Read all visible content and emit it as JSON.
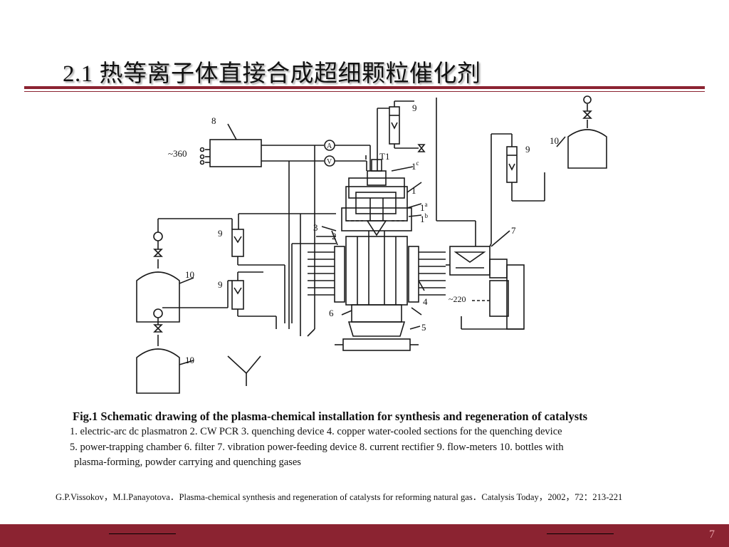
{
  "slide": {
    "title": "2.1 热等离子体直接合成超细颗粒催化剂",
    "page_number": "7"
  },
  "colors": {
    "accent": "#8b2331",
    "footer_bar": "#8b2331",
    "page_number": "#e8a0a8",
    "diagram_ink": "#1a1a1a"
  },
  "diagram": {
    "labels": {
      "l1": "1",
      "l1a": "1",
      "l1a_sup": "a",
      "l1b": "1",
      "l1b_sup": "b",
      "l1c": "1",
      "l1c_sup": "c",
      "l2": "2",
      "l3": "3",
      "l4": "4",
      "l5": "5",
      "l6": "6",
      "l7": "7",
      "l8": "8",
      "l9_top": "9",
      "l9_right": "9",
      "l9_left_upper": "9",
      "l9_left_lower": "9",
      "l10_right": "10",
      "l10_left_upper": "10",
      "l10_left_lower": "10",
      "t1": "T1",
      "ammeter": "A",
      "voltmeter": "V",
      "supply_360": "~360",
      "supply_220": "~220"
    }
  },
  "caption": {
    "heading": "Fig.1  Schematic drawing of the plasma-chemical installation for synthesis and regeneration of catalysts",
    "line1": "1. electric-arc dc plasmatron    2. CW PCR    3. quenching device    4. copper water-cooled sections for the quenching device",
    "line2": "5. power-trapping chamber    6. filter    7. vibration power-feeding device    8. current rectifier    9. flow-meters  10. bottles with",
    "line3": "plasma-forming, powder carrying and quenching gases"
  },
  "citation": "G.P.Vissokov，M.I.Panayotova．Plasma-chemical synthesis and regeneration of catalysts for reforming natural gas．Catalysis Today，2002，72：213-221"
}
